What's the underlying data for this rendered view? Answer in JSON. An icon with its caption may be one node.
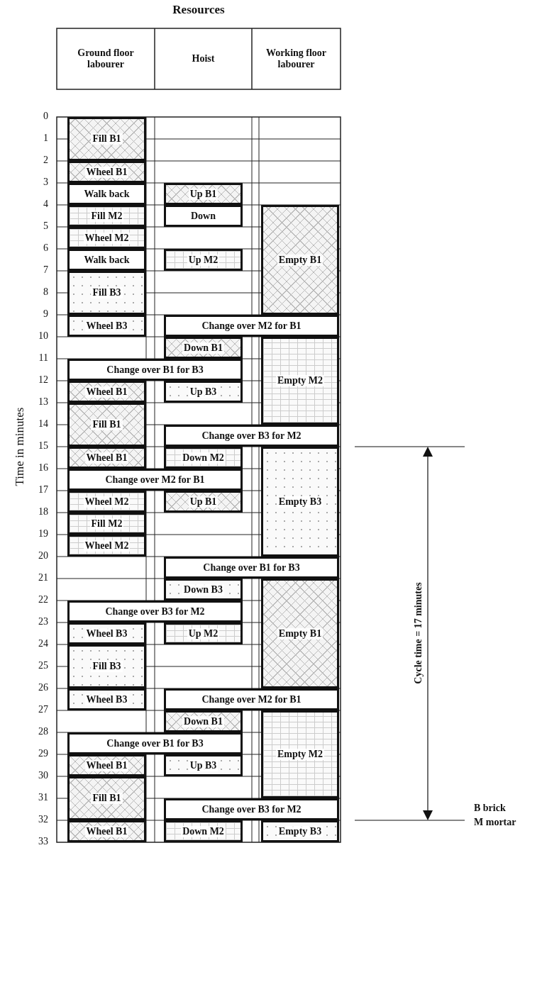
{
  "diagram": {
    "title": "Resources",
    "nodes": [
      {
        "text": [
          "Fill B1"
        ]
      },
      {
        "text": [
          "Wheel B1"
        ]
      },
      {
        "text": [
          "Walk back"
        ]
      },
      {
        "text": [
          "Up B1"
        ]
      },
      {
        "text": [
          "Fill M2"
        ]
      },
      {
        "text": [
          "Down"
        ]
      },
      {
        "text": [
          "Empty B1"
        ]
      },
      {
        "text": [
          "Wheel M2"
        ]
      },
      {
        "text": [
          "Walk back"
        ]
      },
      {
        "text": [
          "Up M2"
        ]
      },
      {
        "text": [
          "Fill B3"
        ]
      },
      {
        "text": [
          "Wheel B3"
        ]
      },
      {
        "text": [
          "Change over M2 for B1"
        ]
      },
      {
        "text": [
          "Down B1"
        ]
      },
      {
        "text": [
          "Empty M2"
        ]
      },
      {
        "text": [
          "Change over B1 for B3"
        ]
      },
      {
        "text": [
          "Wheel B1"
        ]
      },
      {
        "text": [
          "Up B3"
        ]
      },
      {
        "text": [
          "Fill B1"
        ]
      },
      {
        "text": [
          "Change over B3 for M2"
        ]
      },
      {
        "text": [
          "Wheel B1"
        ]
      },
      {
        "text": [
          "Down M2"
        ]
      },
      {
        "text": [
          "Empty B3"
        ]
      },
      {
        "text": [
          "Change over M2 for B1"
        ]
      },
      {
        "text": [
          "Wheel M2"
        ]
      },
      {
        "text": [
          "Up B1"
        ]
      },
      {
        "text": [
          "Fill M2"
        ]
      },
      {
        "text": [
          "Wheel M2"
        ]
      },
      {
        "text": [
          "Change over B1 for B3"
        ]
      },
      {
        "text": [
          "Down B3"
        ]
      },
      {
        "text": [
          "Empty B1"
        ]
      },
      {
        "text": [
          "Change over B3 for M2"
        ]
      },
      {
        "text": [
          "Wheel B3"
        ]
      },
      {
        "text": [
          "Up M2"
        ]
      },
      {
        "text": [
          "Fill B3"
        ]
      },
      {
        "text": [
          "Wheel B3"
        ]
      },
      {
        "text": [
          "Change over M2 for B1"
        ]
      },
      {
        "text": [
          "Down B1"
        ]
      },
      {
        "text": [
          "Empty M2"
        ]
      },
      {
        "text": [
          "Change over B1 for B3"
        ]
      },
      {
        "text": [
          "Wheel B1"
        ]
      },
      {
        "text": [
          "Up B3"
        ]
      },
      {
        "text": [
          "Fill B1"
        ]
      },
      {
        "text": [
          "Change over B3 for M2"
        ]
      },
      {
        "text": [
          "Wheel B1"
        ]
      },
      {
        "text": [
          "Down M2"
        ]
      },
      {
        "text": [
          "Empty B3"
        ]
      }
    ],
    "labels": [
      "Ground floor labourer",
      "Hoist",
      "Working floor labourer",
      "0",
      "1",
      "2",
      "3",
      "4",
      "5",
      "6",
      "7",
      "8",
      "9",
      "10",
      "11",
      "12",
      "13",
      "14",
      "15",
      "16",
      "17",
      "18",
      "19",
      "20",
      "21",
      "22",
      "23",
      "24",
      "25",
      "26",
      "27",
      "28",
      "29",
      "30",
      "31",
      "32",
      "33",
      "Time in minutes",
      "Cycle time = 17 minutes",
      "B brick",
      "M mortar"
    ]
  }
}
